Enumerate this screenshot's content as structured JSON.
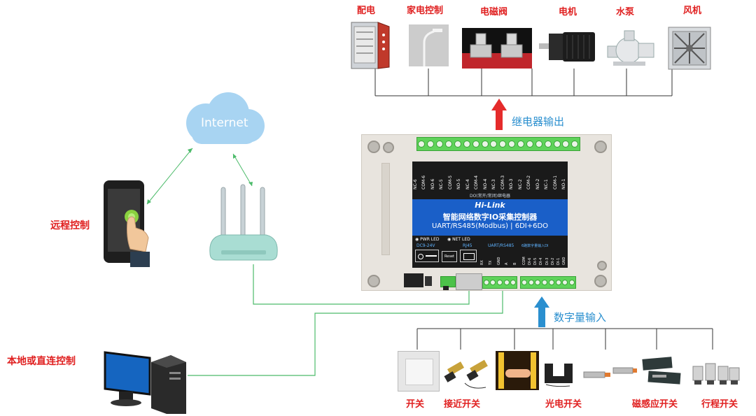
{
  "outputs": {
    "items": [
      {
        "label": "配电",
        "icon": "distribution-cabinet-icon"
      },
      {
        "label": "家电控制",
        "icon": "street-lamp-icon"
      },
      {
        "label": "电磁阀",
        "icon": "solenoid-valve-icon"
      },
      {
        "label": "电机",
        "icon": "motor-icon"
      },
      {
        "label": "水泵",
        "icon": "water-pump-icon"
      },
      {
        "label": "风机",
        "icon": "exhaust-fan-icon"
      }
    ],
    "relay_label": "继电器输出"
  },
  "inputs": {
    "items": [
      {
        "label": "开关",
        "icon": "wall-switch-icon"
      },
      {
        "label": "接近开关",
        "icon": "proximity-switch-icon"
      },
      {
        "label": "光电开关",
        "icon": "photoelectric-switch-icon"
      },
      {
        "label": "磁感应开关",
        "icon": "magnetic-switch-icon"
      },
      {
        "label": "行程开关",
        "icon": "limit-switch-icon"
      }
    ],
    "digital_label": "数字量输入"
  },
  "left": {
    "cloud_label": "Internet",
    "remote_label": "远程控制",
    "local_label": "本地或直连控制"
  },
  "device": {
    "brand": "Hi-Link",
    "title": "智能网络数字IO采集控制器",
    "subtitle": "UART/RS485(Modbus) | 6DI+6DO",
    "do_caption": "DO(常开/常闭)继电器",
    "top_terminals": [
      "NC-6",
      "COM-6",
      "NO-6",
      "NC-5",
      "COM-5",
      "NO-5",
      "NC-4",
      "COM-4",
      "NO-4",
      "NC-3",
      "COM-3",
      "NO-3",
      "NC-2",
      "COM-2",
      "NO-2",
      "NC-1",
      "COM-1",
      "NO-1"
    ],
    "pwr_led": "PWR LED",
    "net_led": "NET LED",
    "dc_label": "DC9-24V",
    "rj45_label": "RJ45",
    "uart_label": "UART/RS485",
    "di_label": "6路数字量输入DI",
    "reset_label": "Reset",
    "uart_terminals": [
      "RX",
      "TX",
      "GND",
      "A",
      "B"
    ],
    "di_terminals": [
      "COM",
      "DI-6",
      "DI-5",
      "DI-4",
      "DI-3",
      "DI-2",
      "DI-1",
      "GND"
    ]
  },
  "colors": {
    "red_label": "#e02020",
    "blue_label": "#2a8fcf",
    "panel_blue": "#1a5fc8",
    "terminal_green": "#5fd35a",
    "wire_green": "#4cbb6a"
  }
}
